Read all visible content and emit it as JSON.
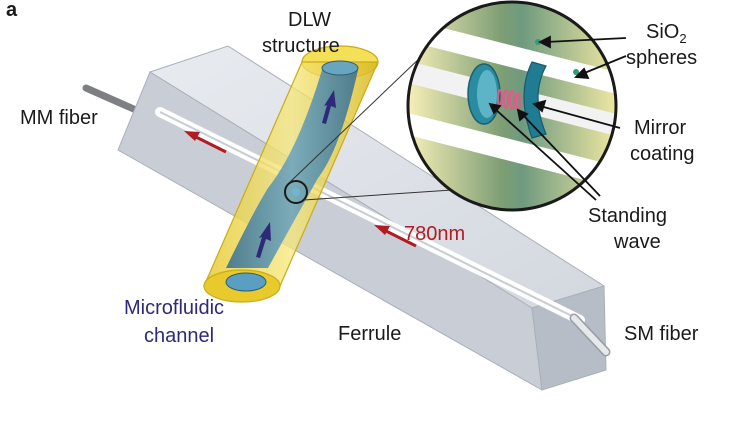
{
  "figure": {
    "panel_label": "a",
    "labels": {
      "dlw_line1": "DLW",
      "dlw_line2": "structure",
      "mm_fiber": "MM fiber",
      "sio2_main": "SiO",
      "sio2_sub": "2",
      "spheres": "spheres",
      "mirror_line1": "Mirror",
      "mirror_line2": "coating",
      "standing_line1": "Standing",
      "standing_line2": "wave",
      "wavelength": "780nm",
      "microfluidic_line1": "Microfluidic",
      "microfluidic_line2": "channel",
      "ferrule": "Ferrule",
      "sm_fiber": "SM fiber"
    },
    "colors": {
      "ferrule_top": "#dfe3e9",
      "ferrule_front": "#c9ced6",
      "ferrule_side": "#b7bdc6",
      "cylinder": "#f2dc4e",
      "channel": "#4f86a3",
      "arrow_red": "#b01c22",
      "arrow_blue": "#2e2a7a",
      "fiber_mm": "#7d7f83",
      "fiber_sm": "#d8dadd"
    }
  }
}
